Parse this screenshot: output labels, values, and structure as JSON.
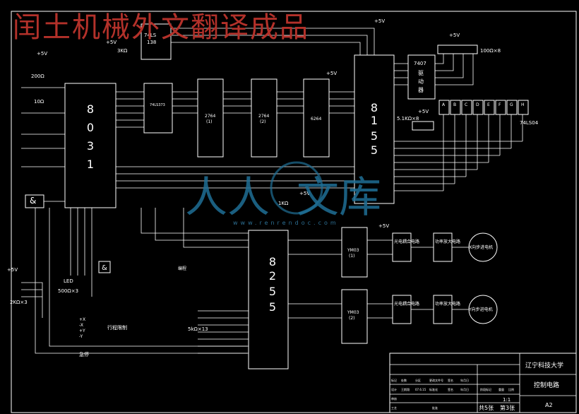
{
  "watermark": {
    "title": "闰土机械外文翻译成品",
    "logo_text_1": "人人",
    "logo_text_2": "文库",
    "logo_url": "www.renrendoc.com",
    "logo_color": "#1f6f96"
  },
  "chips": {
    "cpu": {
      "label_chars": [
        "8",
        "0",
        "3",
        "1"
      ]
    },
    "decoder": {
      "name1": "74LS",
      "name2": "138"
    },
    "latch": {
      "name": "74LS373"
    },
    "eprom1": {
      "name": "2764",
      "id": "(1)"
    },
    "eprom2": {
      "name": "2764",
      "id": "(2)"
    },
    "ram": {
      "name": "6264"
    },
    "io1": {
      "label_chars": [
        "8",
        "1",
        "5",
        "5"
      ]
    },
    "io2": {
      "label_chars": [
        "8",
        "2",
        "5",
        "5"
      ]
    },
    "driver": {
      "name": "7407",
      "line2": "驱",
      "line3": "动",
      "line4": "器"
    },
    "inverter": {
      "name": "74LS04"
    },
    "pwm1": {
      "name": "YM03",
      "id": "(1)"
    },
    "pwm2": {
      "name": "YM03",
      "id": "(2)"
    }
  },
  "labels": {
    "v5_1": "+5V",
    "v5_2": "+5V",
    "v5_3": "+5V",
    "v5_4": "+5V",
    "v5_5": "+5V",
    "v5_6": "+5V",
    "v5_7": "+5V",
    "v5_8": "+5V",
    "v5_9": "+5V",
    "r_3k": "3KΩ",
    "r_200": "200Ω",
    "r_10": "10Ω",
    "r_100x8": "100Ω×8",
    "r_51kx8": "5.1KΩ×8",
    "r_1k": "1KΩ",
    "r_500x3": "500Ω×3",
    "r_2kx3": "2KΩ×3",
    "r_5kx13": "5kΩ×13",
    "led": "LED",
    "amp": "&",
    "amp2": "&",
    "seg": [
      "A",
      "B",
      "C",
      "D",
      "E",
      "F",
      "G",
      "H"
    ],
    "emit_x": "+X",
    "emit_y": "-X",
    "emit_z": "+Y",
    "emit_w": "-Y",
    "limit": "行程限制",
    "jog": "急停",
    "xdrive1": "光电耦合电路",
    "xamp1": "功率放大电路",
    "xmotor": "X向步进电机",
    "ydrive1": "光电耦合电路",
    "yamp1": "功率放大电路",
    "ymotor": "Y向步进电机",
    "key_title": "编程"
  },
  "title_block": {
    "university": "辽宁科技大学",
    "drawing_name": "控制电路",
    "size": "A2",
    "scale": "1:1",
    "sheets": "共5张",
    "sheet_no": "第3张",
    "row1": [
      "标记",
      "处数",
      "分区",
      "更改文件号",
      "签名",
      "年月日"
    ],
    "row2": [
      "设计",
      "王斯翔",
      "07.6.15",
      "标准化",
      "签名",
      "年月日"
    ],
    "row3_label": "阶段标记",
    "row3_col2": "重量",
    "row3_col3": "比例",
    "row4": [
      "审核"
    ],
    "row5": [
      "工艺",
      "批准"
    ]
  }
}
